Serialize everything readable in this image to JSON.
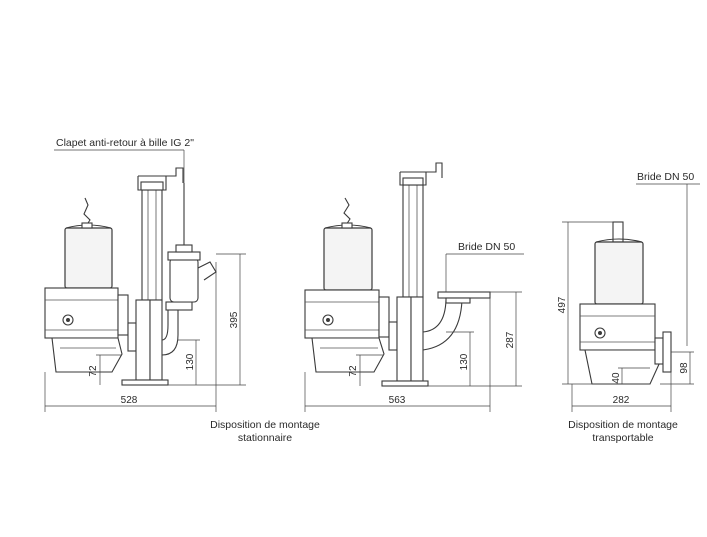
{
  "views": [
    {
      "id": "stationary-ig",
      "callout": "Clapet anti-retour à bille IG 2\"",
      "width_dim": "528",
      "height_dim": "395",
      "inlet_dim": "72",
      "outlet_dim": "130"
    },
    {
      "id": "stationary-dn",
      "callout": "Bride DN 50",
      "width_dim": "563",
      "height_dim": "287",
      "inlet_dim": "72",
      "outlet_dim": "130"
    },
    {
      "id": "transportable",
      "callout": "Bride DN 50",
      "width_dim": "282",
      "height_dim": "497",
      "outlet_dim": "98",
      "inlet_dim": "40"
    }
  ],
  "captions": {
    "stationary_line1": "Disposition de montage",
    "stationary_line2": "stationnaire",
    "transportable_line1": "Disposition de montage",
    "transportable_line2": "transportable"
  }
}
